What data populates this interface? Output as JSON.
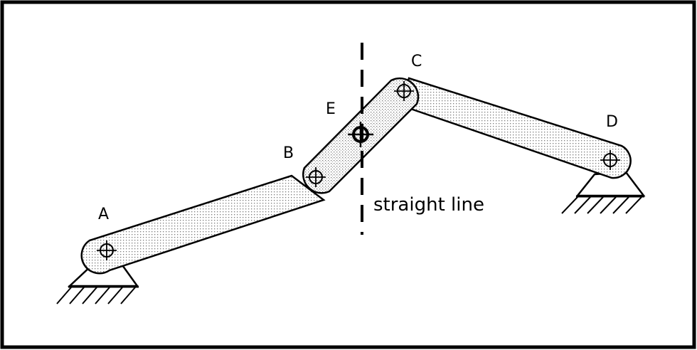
{
  "diagram": {
    "labels": {
      "A": "A",
      "B": "B",
      "C": "C",
      "D": "D",
      "E": "E"
    },
    "straight_line_label": "straight line",
    "colors": {
      "stroke": "#000000",
      "link_fill_dots": "#7a7a7a",
      "background": "#ffffff"
    }
  }
}
